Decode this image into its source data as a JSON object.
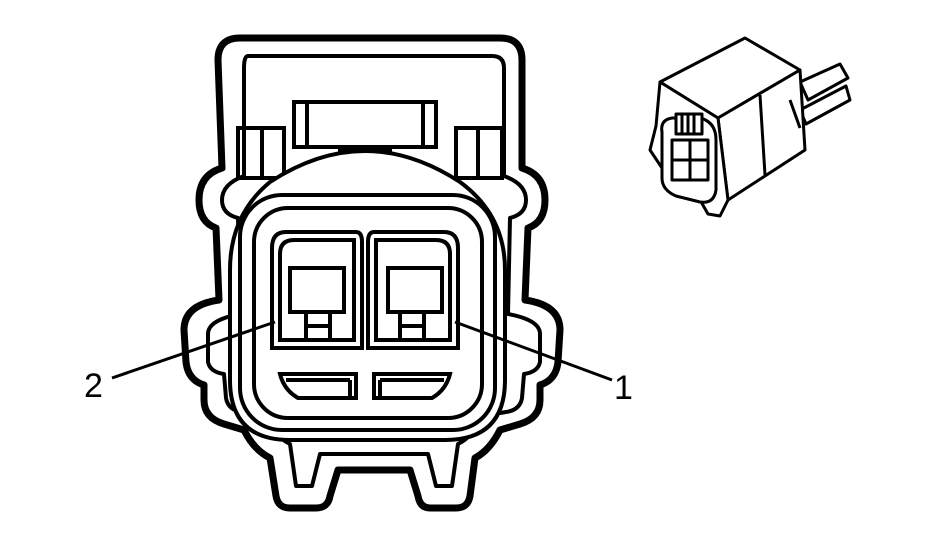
{
  "diagram": {
    "callouts": [
      {
        "id": "pin-2",
        "text": "2"
      },
      {
        "id": "pin-1",
        "text": "1"
      }
    ]
  },
  "colors": {
    "line": "#000000",
    "background": "#ffffff"
  }
}
